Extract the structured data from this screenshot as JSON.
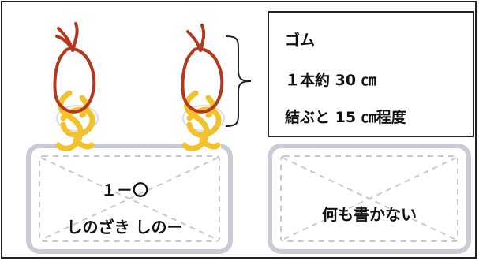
{
  "colors": {
    "rubber_band": "#b5371e",
    "yellow_band": "#f3c12c",
    "card_border": "#c9ccd4",
    "card_dash": "#c6c9d1",
    "frame": "#222222"
  },
  "callout": {
    "line1": "ゴム",
    "line2": "１本約 30 ㎝",
    "line3": "結ぶと 15 ㎝程度"
  },
  "left_card": {
    "class_label": "１－〇",
    "name_label": "しのざき しのー"
  },
  "right_card": {
    "note": "何も書かない"
  }
}
